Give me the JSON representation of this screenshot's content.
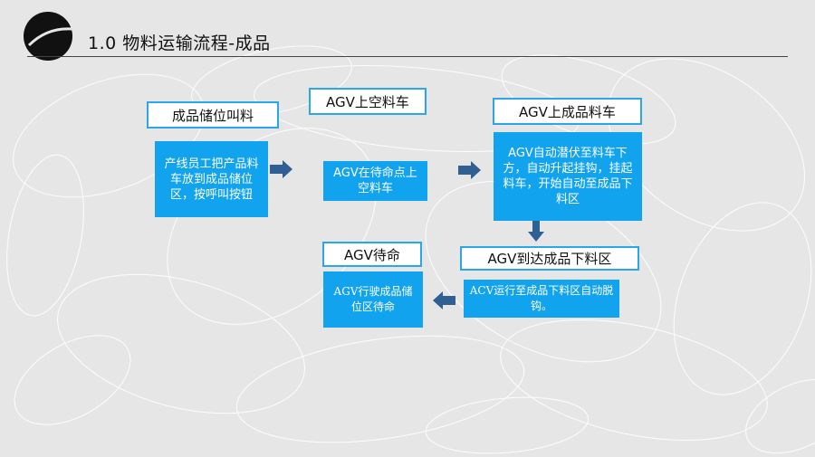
{
  "slide": {
    "title": "1.0  物料运输流程-成品"
  },
  "steps": [
    {
      "heading": "成品储位叫料",
      "description": "产线员工把产品料车放到成品储位区，按呼叫按钮"
    },
    {
      "heading": "AGV上空料车",
      "description": "AGV在待命点上空料车"
    },
    {
      "heading": "AGV上成品料车",
      "description": "AGV自动潜伏至料车下方，自动升起挂钩，挂起料车，开始自动至成品下料区"
    },
    {
      "heading": "AGV到达成品下料区",
      "description": "ACV运行至成品下料区自动脱钩。"
    },
    {
      "heading": "AGV待命",
      "description": "AGV行驶成品储位区待命"
    }
  ],
  "colors": {
    "box_fill": "#12a3ef",
    "label_border": "#2aa7e8",
    "arrow": "#2f5f93"
  }
}
